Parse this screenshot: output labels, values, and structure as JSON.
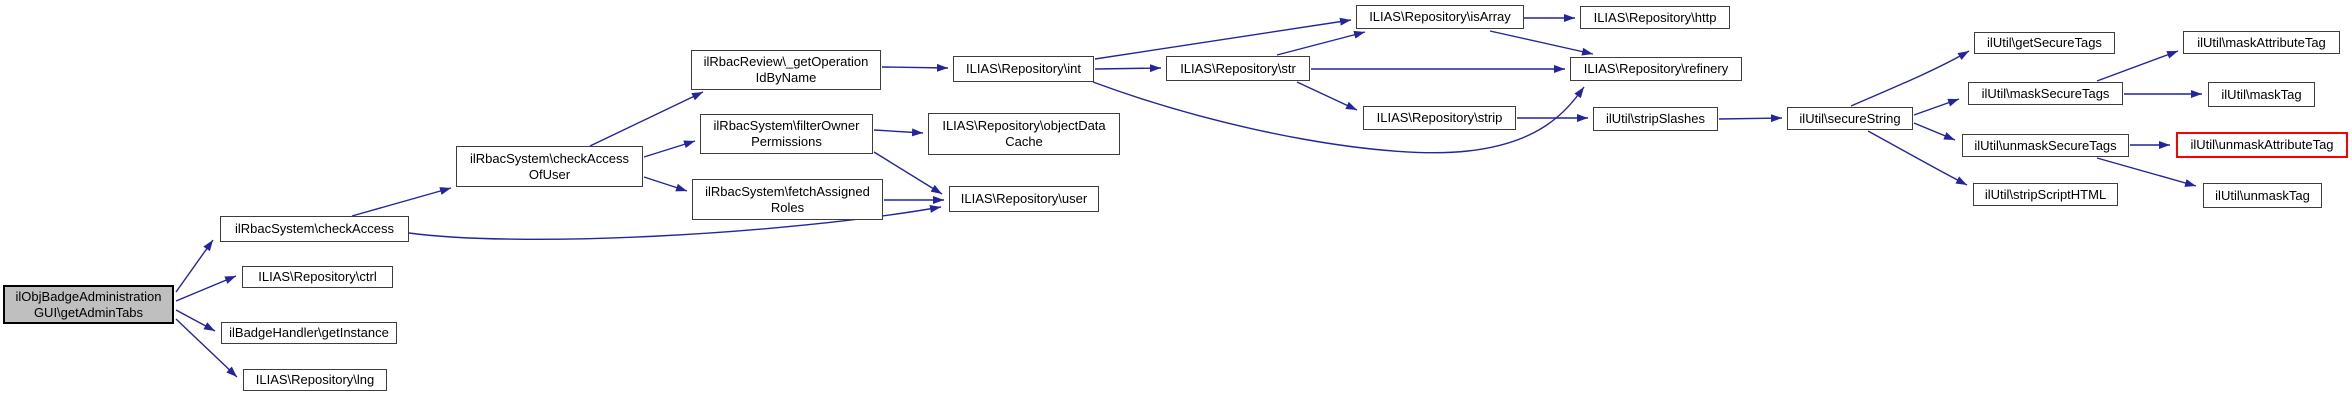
{
  "diagram": {
    "type": "call-graph",
    "colors": {
      "background": "#ffffff",
      "edge": "#24249c",
      "node_border": "#3d3d3d",
      "main_node_fill": "#bfbfbf",
      "truncated_node_border": "#ff0000",
      "text": "#000000"
    },
    "nodes": [
      {
        "id": "getAdminTabs",
        "kind": "main",
        "label": "ilObjBadgeAdministration\nGUI\\getAdminTabs"
      },
      {
        "id": "checkAccess",
        "kind": "normal",
        "label": "ilRbacSystem\\checkAccess"
      },
      {
        "id": "ctrl",
        "kind": "normal",
        "label": "ILIAS\\Repository\\ctrl"
      },
      {
        "id": "getInstance",
        "kind": "normal",
        "label": "ilBadgeHandler\\getInstance"
      },
      {
        "id": "lng",
        "kind": "normal",
        "label": "ILIAS\\Repository\\lng"
      },
      {
        "id": "checkAccessOfUser",
        "kind": "normal",
        "label": "ilRbacSystem\\checkAccess\nOfUser"
      },
      {
        "id": "getOperationIdByName",
        "kind": "normal",
        "label": "ilRbacReview\\_getOperation\nIdByName"
      },
      {
        "id": "filterOwnerPermissions",
        "kind": "normal",
        "label": "ilRbacSystem\\filterOwner\nPermissions"
      },
      {
        "id": "fetchAssignedRoles",
        "kind": "normal",
        "label": "ilRbacSystem\\fetchAssigned\nRoles"
      },
      {
        "id": "int",
        "kind": "normal",
        "label": "ILIAS\\Repository\\int"
      },
      {
        "id": "objectDataCache",
        "kind": "normal",
        "label": "ILIAS\\Repository\\objectData\nCache"
      },
      {
        "id": "user",
        "kind": "normal",
        "label": "ILIAS\\Repository\\user"
      },
      {
        "id": "str",
        "kind": "normal",
        "label": "ILIAS\\Repository\\str"
      },
      {
        "id": "isArray",
        "kind": "normal",
        "label": "ILIAS\\Repository\\isArray"
      },
      {
        "id": "http",
        "kind": "normal",
        "label": "ILIAS\\Repository\\http"
      },
      {
        "id": "refinery",
        "kind": "normal",
        "label": "ILIAS\\Repository\\refinery"
      },
      {
        "id": "strip",
        "kind": "normal",
        "label": "ILIAS\\Repository\\strip"
      },
      {
        "id": "stripSlashes",
        "kind": "normal",
        "label": "ilUtil\\stripSlashes"
      },
      {
        "id": "secureString",
        "kind": "normal",
        "label": "ilUtil\\secureString"
      },
      {
        "id": "getSecureTags",
        "kind": "normal",
        "label": "ilUtil\\getSecureTags"
      },
      {
        "id": "maskSecureTags",
        "kind": "normal",
        "label": "ilUtil\\maskSecureTags"
      },
      {
        "id": "unmaskSecureTags",
        "kind": "normal",
        "label": "ilUtil\\unmaskSecureTags"
      },
      {
        "id": "stripScriptHTML",
        "kind": "normal",
        "label": "ilUtil\\stripScriptHTML"
      },
      {
        "id": "maskAttributeTag",
        "kind": "normal",
        "label": "ilUtil\\maskAttributeTag"
      },
      {
        "id": "maskTag",
        "kind": "normal",
        "label": "ilUtil\\maskTag"
      },
      {
        "id": "unmaskAttributeTag",
        "kind": "truncated",
        "label": "ilUtil\\unmaskAttributeTag"
      },
      {
        "id": "unmaskTag",
        "kind": "normal",
        "label": "ilUtil\\unmaskTag"
      }
    ],
    "edges": [
      {
        "from": "getAdminTabs",
        "to": "checkAccess"
      },
      {
        "from": "getAdminTabs",
        "to": "ctrl"
      },
      {
        "from": "getAdminTabs",
        "to": "getInstance"
      },
      {
        "from": "getAdminTabs",
        "to": "lng"
      },
      {
        "from": "checkAccess",
        "to": "checkAccessOfUser"
      },
      {
        "from": "checkAccess",
        "to": "user"
      },
      {
        "from": "checkAccessOfUser",
        "to": "getOperationIdByName"
      },
      {
        "from": "checkAccessOfUser",
        "to": "filterOwnerPermissions"
      },
      {
        "from": "checkAccessOfUser",
        "to": "fetchAssignedRoles"
      },
      {
        "from": "getOperationIdByName",
        "to": "int"
      },
      {
        "from": "filterOwnerPermissions",
        "to": "objectDataCache"
      },
      {
        "from": "filterOwnerPermissions",
        "to": "user"
      },
      {
        "from": "fetchAssignedRoles",
        "to": "user"
      },
      {
        "from": "int",
        "to": "isArray"
      },
      {
        "from": "int",
        "to": "str"
      },
      {
        "from": "int",
        "to": "refinery"
      },
      {
        "from": "str",
        "to": "isArray"
      },
      {
        "from": "str",
        "to": "refinery"
      },
      {
        "from": "str",
        "to": "strip"
      },
      {
        "from": "strip",
        "to": "stripSlashes"
      },
      {
        "from": "isArray",
        "to": "http"
      },
      {
        "from": "isArray",
        "to": "refinery"
      },
      {
        "from": "stripSlashes",
        "to": "secureString"
      },
      {
        "from": "secureString",
        "to": "getSecureTags"
      },
      {
        "from": "secureString",
        "to": "maskSecureTags"
      },
      {
        "from": "secureString",
        "to": "unmaskSecureTags"
      },
      {
        "from": "secureString",
        "to": "stripScriptHTML"
      },
      {
        "from": "maskSecureTags",
        "to": "maskAttributeTag"
      },
      {
        "from": "maskSecureTags",
        "to": "maskTag"
      },
      {
        "from": "unmaskSecureTags",
        "to": "unmaskAttributeTag"
      },
      {
        "from": "unmaskSecureTags",
        "to": "unmaskTag"
      }
    ]
  }
}
